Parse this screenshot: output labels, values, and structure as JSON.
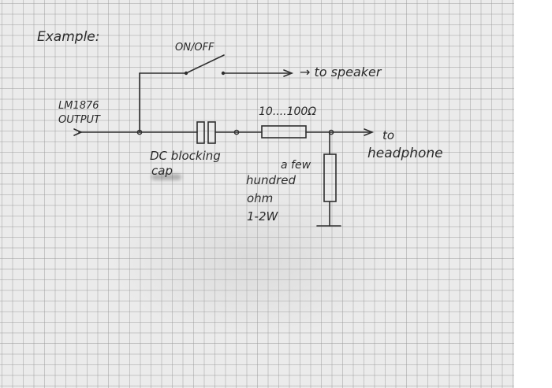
{
  "labels": {
    "example": "Example:",
    "switch": "ON/OFF",
    "to_speaker": "→ to speaker",
    "chip": "LM1876",
    "output": "OUTPUT",
    "series_resistor": "10....100Ω",
    "to": "to",
    "headphone": "headphone",
    "dc_blocking": "DC blocking",
    "cap": "cap",
    "a_few": "a few",
    "hundred": "hundred",
    "ohm": "ohm",
    "wattage": "1-2W"
  },
  "colors": {
    "ink": "#2e2e2e",
    "paper": "#ebebeb",
    "grid": "#969696"
  }
}
